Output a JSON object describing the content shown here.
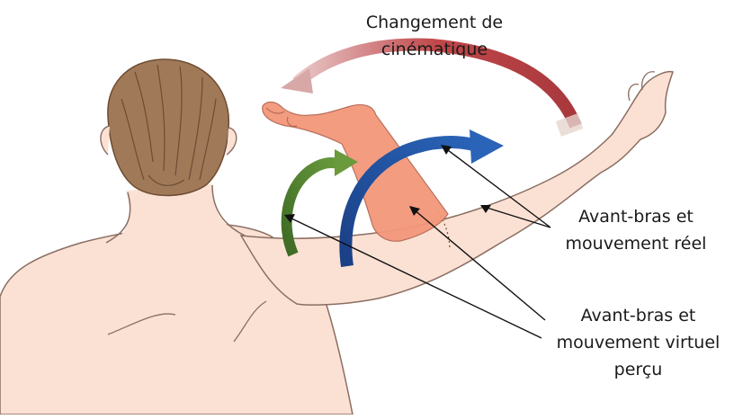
{
  "labels": {
    "kinematic_change": [
      "Changement de",
      "cinématique"
    ],
    "real_forearm": [
      "Avant-bras et",
      "mouvement réel"
    ],
    "virtual_forearm": [
      "Avant-bras et",
      "mouvement virtuel",
      "perçu"
    ]
  },
  "colors": {
    "skin": "#fbe1d4",
    "skin_outline": "#8a6e62",
    "virtual_forearm": "#f4977a",
    "hair": "#a07a58",
    "hair_dark": "#6d4c33",
    "arrow_red": "#c0474a",
    "arrow_blue": "#1f4f9c",
    "arrow_green": "#4a7a2e",
    "leader_line": "#111111"
  }
}
